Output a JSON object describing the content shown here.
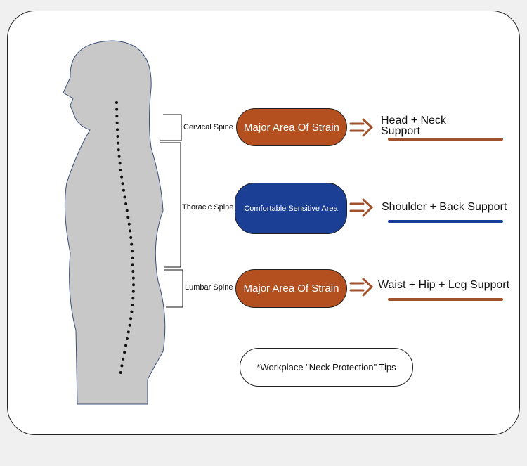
{
  "regions": [
    {
      "spine": "Cervical Spine",
      "area": "Major Area Of Strain",
      "support": "Head + Neck Support",
      "color": "#b4501f"
    },
    {
      "spine": "Thoracic Spine",
      "area": "Comfortable Sensitive Area",
      "support": "Shoulder + Back Support",
      "color": "#1c3f96"
    },
    {
      "spine": "Lumbar Spine",
      "area": "Major Area Of Strain",
      "support": "Waist + Hip + Leg Support",
      "color": "#b4501f"
    }
  ],
  "tips": "*Workplace \"Neck Protection\" Tips",
  "colors": {
    "orange": "#b4501f",
    "blue": "#1c3f96",
    "arrow": "#a0522d",
    "silhouette": "#c8c8c8"
  }
}
